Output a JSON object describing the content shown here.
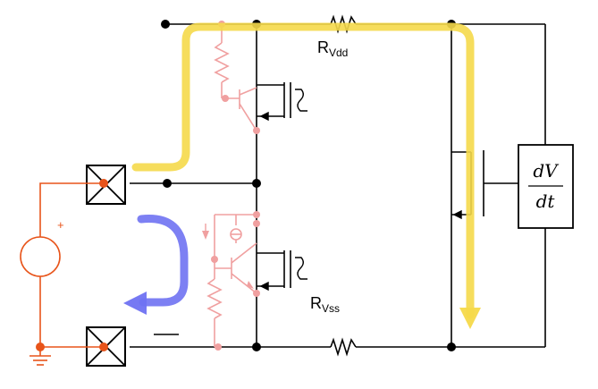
{
  "labels": {
    "rvdd_main": "R",
    "rvdd_sub": "Vdd",
    "rvss_main": "R",
    "rvss_sub": "Vss",
    "dvdt_numerator": "dV",
    "dvdt_denominator": "dt",
    "source_plus": "+"
  },
  "colors": {
    "wire": "#000000",
    "parasitic": "#f0a0a0",
    "source_circuit": "#e8541a",
    "pad_fill": "#ffffff",
    "current_path_yellow": "#f5d94a",
    "current_path_blue": "#6f72f2"
  }
}
